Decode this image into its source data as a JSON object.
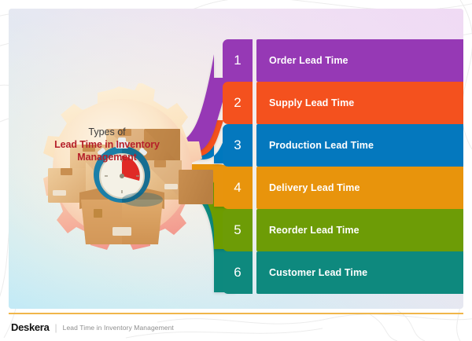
{
  "infographic": {
    "title_line1": "Types of",
    "title_line2": "Lead Time in Inventory",
    "title_line3": "Management",
    "rows": [
      {
        "number": "1",
        "label": "Order Lead Time",
        "color": "#9639b5"
      },
      {
        "number": "2",
        "label": "Supply Lead Time",
        "color": "#f4511e"
      },
      {
        "number": "3",
        "label": "Production Lead Time",
        "color": "#0478be"
      },
      {
        "number": "4",
        "label": "Delivery Lead Time",
        "color": "#e8940c"
      },
      {
        "number": "5",
        "label": "Reorder Lead Time",
        "color": "#6d9c06"
      },
      {
        "number": "6",
        "label": "Customer Lead Time",
        "color": "#0e897e"
      }
    ]
  },
  "footer": {
    "brand": "Deskera",
    "divider": "|",
    "caption": "Lead Time in Inventory Management"
  },
  "theme": {
    "accent_red": "#b5202a",
    "footer_rule": "#f0b64a",
    "gear_top": "#fbe3bf",
    "gear_bottom": "#f2958c",
    "stopwatch_body": "#1b7fa8",
    "stopwatch_wedge": "#e02a26",
    "box_front": "#d9a05f",
    "box_back": "#e8c08a"
  }
}
